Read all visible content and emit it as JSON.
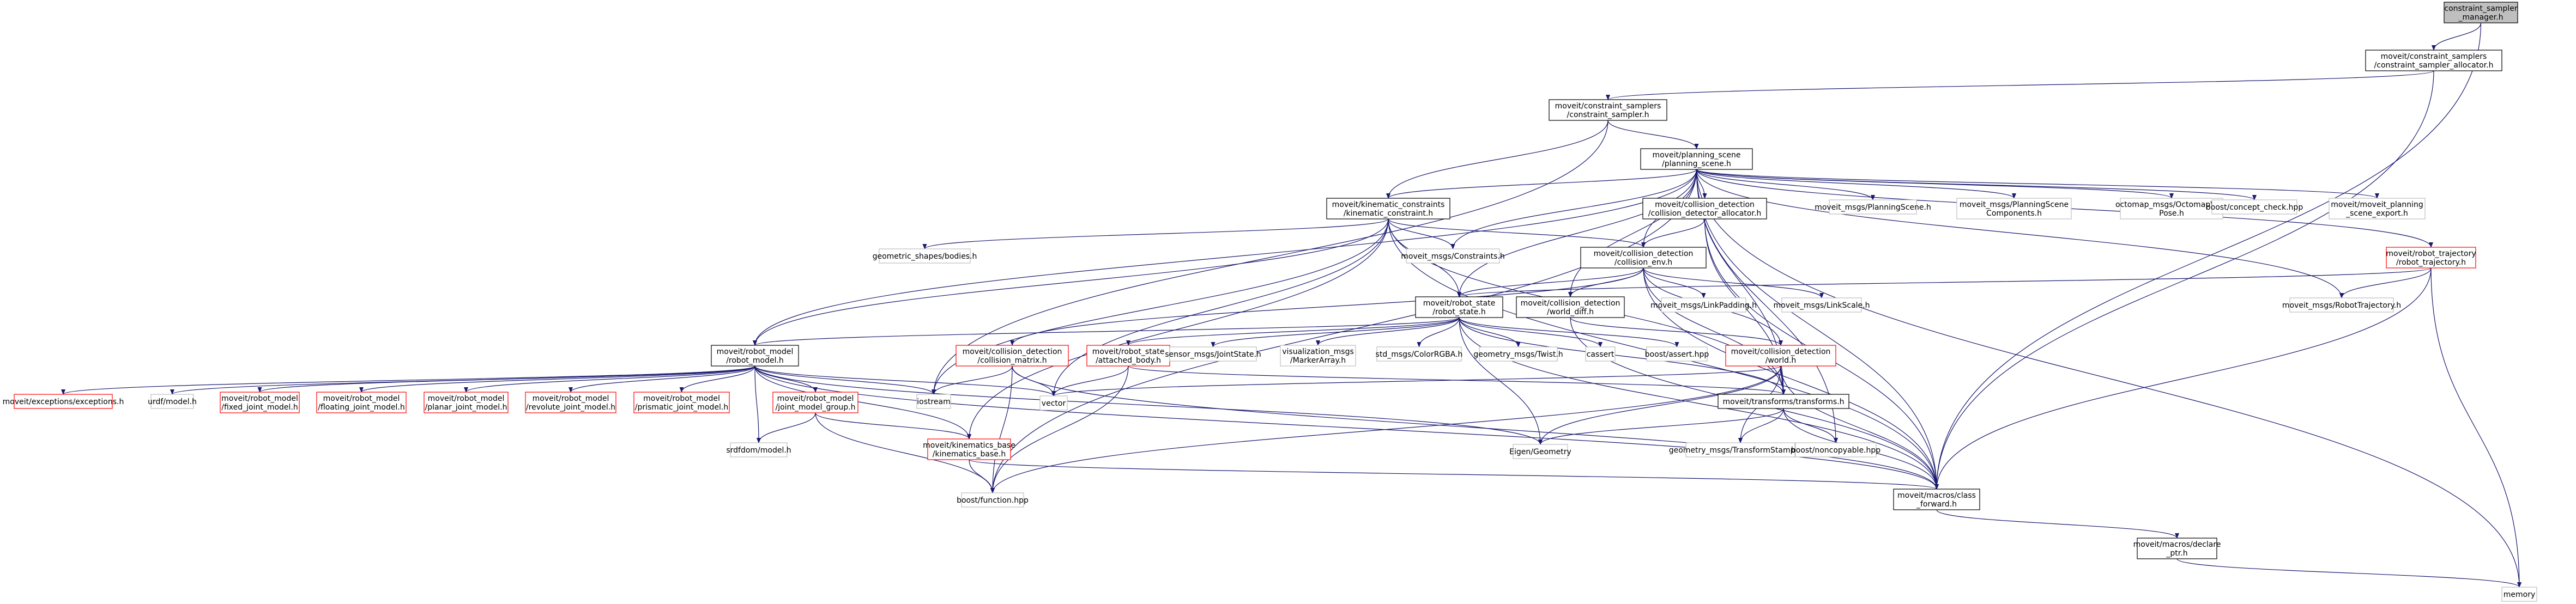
{
  "diagram": {
    "colors": {
      "edge": "#191970",
      "border_default": "#000000",
      "border_nodoc": "#bfbfbf",
      "border_ref": "#ff0000",
      "fill_root": "#bfbfbf",
      "fill": "#ffffff",
      "text": "#000000"
    },
    "nodes": [
      {
        "id": "n0",
        "lines": [
          "constraint_sampler",
          "_manager.h"
        ],
        "kind": "root"
      },
      {
        "id": "n1",
        "lines": [
          "moveit/constraint_samplers",
          "/constraint_sampler_allocator.h"
        ],
        "kind": "doc"
      },
      {
        "id": "n2",
        "lines": [
          "moveit/constraint_samplers",
          "/constraint_sampler.h"
        ],
        "kind": "doc"
      },
      {
        "id": "n3",
        "lines": [
          "moveit/planning_scene",
          "/planning_scene.h"
        ],
        "kind": "doc"
      },
      {
        "id": "n4",
        "lines": [
          "moveit/kinematic_constraints",
          "/kinematic_constraint.h"
        ],
        "kind": "doc"
      },
      {
        "id": "n5",
        "lines": [
          "moveit/collision_detection",
          "/collision_detector_allocator.h"
        ],
        "kind": "doc"
      },
      {
        "id": "n6",
        "lines": [
          "moveit_msgs/PlanningScene.h"
        ],
        "kind": "nodoc"
      },
      {
        "id": "n7",
        "lines": [
          "moveit_msgs/PlanningScene",
          "Components.h"
        ],
        "kind": "nodoc"
      },
      {
        "id": "n8",
        "lines": [
          "octomap_msgs/OctomapWith",
          "Pose.h"
        ],
        "kind": "nodoc"
      },
      {
        "id": "n9",
        "lines": [
          "boost/concept_check.hpp"
        ],
        "kind": "nodoc"
      },
      {
        "id": "n10",
        "lines": [
          "moveit/moveit_planning",
          "_scene_export.h"
        ],
        "kind": "nodoc"
      },
      {
        "id": "n11",
        "lines": [
          "moveit/robot_trajectory",
          "/robot_trajectory.h"
        ],
        "kind": "ref"
      },
      {
        "id": "n12",
        "lines": [
          "geometric_shapes/bodies.h"
        ],
        "kind": "nodoc"
      },
      {
        "id": "n13",
        "lines": [
          "moveit_msgs/Constraints.h"
        ],
        "kind": "nodoc"
      },
      {
        "id": "n14",
        "lines": [
          "moveit/collision_detection",
          "/collision_env.h"
        ],
        "kind": "doc"
      },
      {
        "id": "n15",
        "lines": [
          "moveit_msgs/LinkPadding.h"
        ],
        "kind": "nodoc"
      },
      {
        "id": "n16",
        "lines": [
          "moveit_msgs/LinkScale.h"
        ],
        "kind": "nodoc"
      },
      {
        "id": "n17",
        "lines": [
          "moveit_msgs/RobotTrajectory.h"
        ],
        "kind": "nodoc"
      },
      {
        "id": "n18",
        "lines": [
          "moveit/robot_state",
          "/robot_state.h"
        ],
        "kind": "doc"
      },
      {
        "id": "n19",
        "lines": [
          "moveit/collision_detection",
          "/world_diff.h"
        ],
        "kind": "doc"
      },
      {
        "id": "n20",
        "lines": [
          "moveit/robot_model",
          "/robot_model.h"
        ],
        "kind": "doc"
      },
      {
        "id": "n21",
        "lines": [
          "moveit/collision_detection",
          "/collision_matrix.h"
        ],
        "kind": "ref"
      },
      {
        "id": "n22",
        "lines": [
          "moveit/robot_state",
          "/attached_body.h"
        ],
        "kind": "ref"
      },
      {
        "id": "n23",
        "lines": [
          "sensor_msgs/JointState.h"
        ],
        "kind": "nodoc"
      },
      {
        "id": "n24",
        "lines": [
          "visualization_msgs",
          "/MarkerArray.h"
        ],
        "kind": "nodoc"
      },
      {
        "id": "n25",
        "lines": [
          "std_msgs/ColorRGBA.h"
        ],
        "kind": "nodoc"
      },
      {
        "id": "n26",
        "lines": [
          "geometry_msgs/Twist.h"
        ],
        "kind": "nodoc"
      },
      {
        "id": "n27",
        "lines": [
          "cassert"
        ],
        "kind": "nodoc"
      },
      {
        "id": "n28",
        "lines": [
          "boost/assert.hpp"
        ],
        "kind": "nodoc"
      },
      {
        "id": "n29",
        "lines": [
          "moveit/collision_detection",
          "/world.h"
        ],
        "kind": "ref"
      },
      {
        "id": "n30",
        "lines": [
          "moveit/exceptions/exceptions.h"
        ],
        "kind": "ref"
      },
      {
        "id": "n31",
        "lines": [
          "urdf/model.h"
        ],
        "kind": "nodoc"
      },
      {
        "id": "n32",
        "lines": [
          "moveit/robot_model",
          "/fixed_joint_model.h"
        ],
        "kind": "ref"
      },
      {
        "id": "n33",
        "lines": [
          "moveit/robot_model",
          "/floating_joint_model.h"
        ],
        "kind": "ref"
      },
      {
        "id": "n34",
        "lines": [
          "moveit/robot_model",
          "/planar_joint_model.h"
        ],
        "kind": "ref"
      },
      {
        "id": "n35",
        "lines": [
          "moveit/robot_model",
          "/revolute_joint_model.h"
        ],
        "kind": "ref"
      },
      {
        "id": "n36",
        "lines": [
          "moveit/robot_model",
          "/prismatic_joint_model.h"
        ],
        "kind": "ref"
      },
      {
        "id": "n37",
        "lines": [
          "moveit/robot_model",
          "/joint_model_group.h"
        ],
        "kind": "ref"
      },
      {
        "id": "n38",
        "lines": [
          "iostream"
        ],
        "kind": "nodoc"
      },
      {
        "id": "n39",
        "lines": [
          "vector"
        ],
        "kind": "nodoc"
      },
      {
        "id": "n40",
        "lines": [
          "moveit/transforms/transforms.h"
        ],
        "kind": "doc"
      },
      {
        "id": "n41",
        "lines": [
          "srdfdom/model.h"
        ],
        "kind": "nodoc"
      },
      {
        "id": "n42",
        "lines": [
          "moveit/kinematics_base",
          "/kinematics_base.h"
        ],
        "kind": "ref"
      },
      {
        "id": "n43",
        "lines": [
          "Eigen/Geometry"
        ],
        "kind": "nodoc"
      },
      {
        "id": "n44",
        "lines": [
          "geometry_msgs/TransformStamped.h"
        ],
        "kind": "nodoc"
      },
      {
        "id": "n45",
        "lines": [
          "boost/noncopyable.hpp"
        ],
        "kind": "nodoc"
      },
      {
        "id": "n46",
        "lines": [
          "boost/function.hpp"
        ],
        "kind": "nodoc"
      },
      {
        "id": "n47",
        "lines": [
          "moveit/macros/class",
          "_forward.h"
        ],
        "kind": "doc"
      },
      {
        "id": "n48",
        "lines": [
          "moveit/macros/declare",
          "_ptr.h"
        ],
        "kind": "doc"
      },
      {
        "id": "n49",
        "lines": [
          "memory"
        ],
        "kind": "nodoc"
      }
    ],
    "edges": [
      [
        "n0",
        "n1"
      ],
      [
        "n0",
        "n47"
      ],
      [
        "n1",
        "n2"
      ],
      [
        "n1",
        "n47"
      ],
      [
        "n2",
        "n3"
      ],
      [
        "n2",
        "n4"
      ],
      [
        "n2",
        "n38"
      ],
      [
        "n3",
        "n4"
      ],
      [
        "n3",
        "n5"
      ],
      [
        "n3",
        "n6"
      ],
      [
        "n3",
        "n7"
      ],
      [
        "n3",
        "n8"
      ],
      [
        "n3",
        "n9"
      ],
      [
        "n3",
        "n10"
      ],
      [
        "n3",
        "n11"
      ],
      [
        "n3",
        "n13"
      ],
      [
        "n3",
        "n14"
      ],
      [
        "n3",
        "n17"
      ],
      [
        "n3",
        "n18"
      ],
      [
        "n3",
        "n19"
      ],
      [
        "n3",
        "n20"
      ],
      [
        "n3",
        "n40"
      ],
      [
        "n3",
        "n45"
      ],
      [
        "n3",
        "n46"
      ],
      [
        "n3",
        "n47"
      ],
      [
        "n3",
        "n49"
      ],
      [
        "n4",
        "n12"
      ],
      [
        "n4",
        "n13"
      ],
      [
        "n4",
        "n14"
      ],
      [
        "n4",
        "n18"
      ],
      [
        "n4",
        "n20"
      ],
      [
        "n4",
        "n38"
      ],
      [
        "n4",
        "n39"
      ],
      [
        "n4",
        "n40"
      ],
      [
        "n4",
        "n42"
      ],
      [
        "n4",
        "n47"
      ],
      [
        "n5",
        "n14"
      ],
      [
        "n5",
        "n40"
      ],
      [
        "n5",
        "n47"
      ],
      [
        "n11",
        "n17"
      ],
      [
        "n11",
        "n18"
      ],
      [
        "n11",
        "n47"
      ],
      [
        "n11",
        "n49"
      ],
      [
        "n14",
        "n15"
      ],
      [
        "n14",
        "n16"
      ],
      [
        "n14",
        "n18"
      ],
      [
        "n14",
        "n19"
      ],
      [
        "n14",
        "n21"
      ],
      [
        "n14",
        "n29"
      ],
      [
        "n14",
        "n40"
      ],
      [
        "n14",
        "n47"
      ],
      [
        "n18",
        "n20"
      ],
      [
        "n18",
        "n22"
      ],
      [
        "n18",
        "n23"
      ],
      [
        "n18",
        "n24"
      ],
      [
        "n18",
        "n25"
      ],
      [
        "n18",
        "n26"
      ],
      [
        "n18",
        "n27"
      ],
      [
        "n18",
        "n28"
      ],
      [
        "n18",
        "n40"
      ],
      [
        "n18",
        "n43"
      ],
      [
        "n18",
        "n47"
      ],
      [
        "n19",
        "n29"
      ],
      [
        "n19",
        "n47"
      ],
      [
        "n20",
        "n30"
      ],
      [
        "n20",
        "n31"
      ],
      [
        "n20",
        "n32"
      ],
      [
        "n20",
        "n33"
      ],
      [
        "n20",
        "n34"
      ],
      [
        "n20",
        "n35"
      ],
      [
        "n20",
        "n36"
      ],
      [
        "n20",
        "n37"
      ],
      [
        "n20",
        "n38"
      ],
      [
        "n20",
        "n39"
      ],
      [
        "n20",
        "n41"
      ],
      [
        "n20",
        "n42"
      ],
      [
        "n20",
        "n43"
      ],
      [
        "n20",
        "n47"
      ],
      [
        "n21",
        "n38"
      ],
      [
        "n21",
        "n39"
      ],
      [
        "n21",
        "n46"
      ],
      [
        "n21",
        "n47"
      ],
      [
        "n22",
        "n39"
      ],
      [
        "n22",
        "n40"
      ],
      [
        "n22",
        "n46"
      ],
      [
        "n29",
        "n39"
      ],
      [
        "n29",
        "n40"
      ],
      [
        "n29",
        "n43"
      ],
      [
        "n29",
        "n44"
      ],
      [
        "n29",
        "n46"
      ],
      [
        "n29",
        "n47"
      ],
      [
        "n37",
        "n41"
      ],
      [
        "n37",
        "n42"
      ],
      [
        "n37",
        "n46"
      ],
      [
        "n40",
        "n43"
      ],
      [
        "n40",
        "n44"
      ],
      [
        "n40",
        "n45"
      ],
      [
        "n40",
        "n47"
      ],
      [
        "n42",
        "n46"
      ],
      [
        "n42",
        "n47"
      ],
      [
        "n47",
        "n48"
      ],
      [
        "n48",
        "n49"
      ]
    ]
  }
}
